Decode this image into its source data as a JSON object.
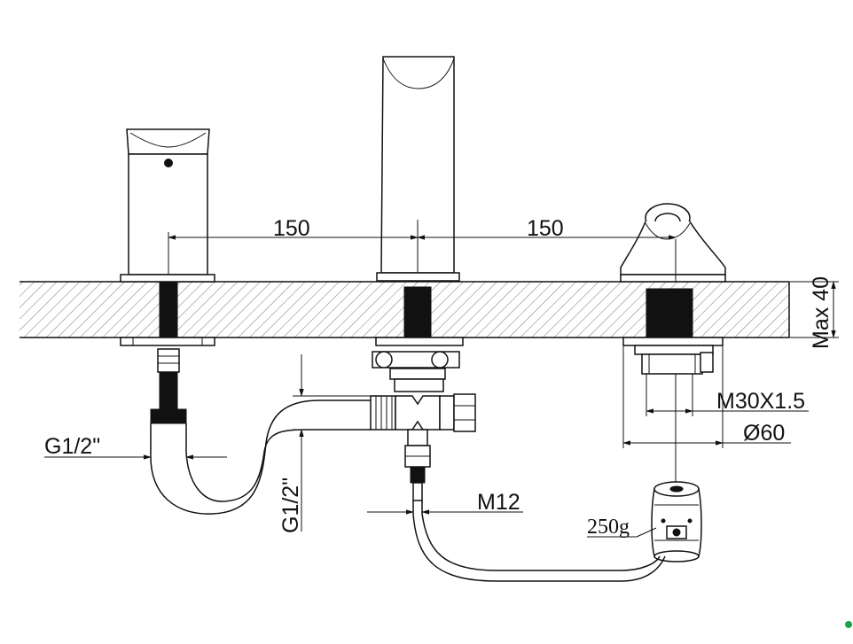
{
  "dimensions": {
    "spacing_left": "150",
    "spacing_right": "150",
    "deck_thickness": "Max 40",
    "thread_size": "M30X1.5",
    "base_diameter": "Ø60",
    "inlet_left": "G1/2\"",
    "inlet_valve": "G1/2\"",
    "outlet_connector": "M12"
  },
  "parts": {
    "weight_label": "250g"
  },
  "colors": {
    "line": "#111111",
    "background": "#ffffff",
    "corner_mark": "#1aa34a"
  }
}
